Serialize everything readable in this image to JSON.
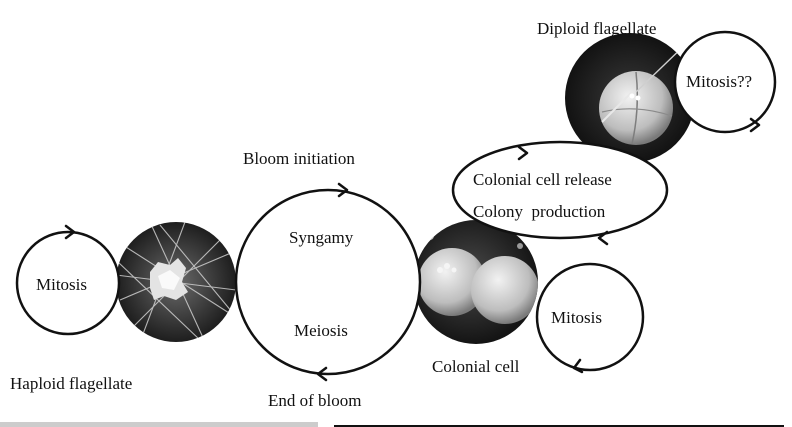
{
  "diagram": {
    "labels": {
      "haploid_flagellate": "Haploid flagellate",
      "bloom_initiation": "Bloom initiation",
      "end_of_bloom": "End of bloom",
      "colonial_cell": "Colonial cell",
      "diploid_flagellate": "Diploid flagellate"
    },
    "cycles": {
      "mitosis_haploid": "Mitosis",
      "syngamy": "Syngamy",
      "meiosis": "Meiosis",
      "colonial_release": "Colonial cell release",
      "colony_production": "Colony  production",
      "mitosis_colonial": "Mitosis",
      "mitosis_diploid": "Mitosis??"
    },
    "colors": {
      "stroke": "#111111",
      "micrograph_dark": "#2a2a2a",
      "cell_light": "#d8d8d8"
    }
  }
}
